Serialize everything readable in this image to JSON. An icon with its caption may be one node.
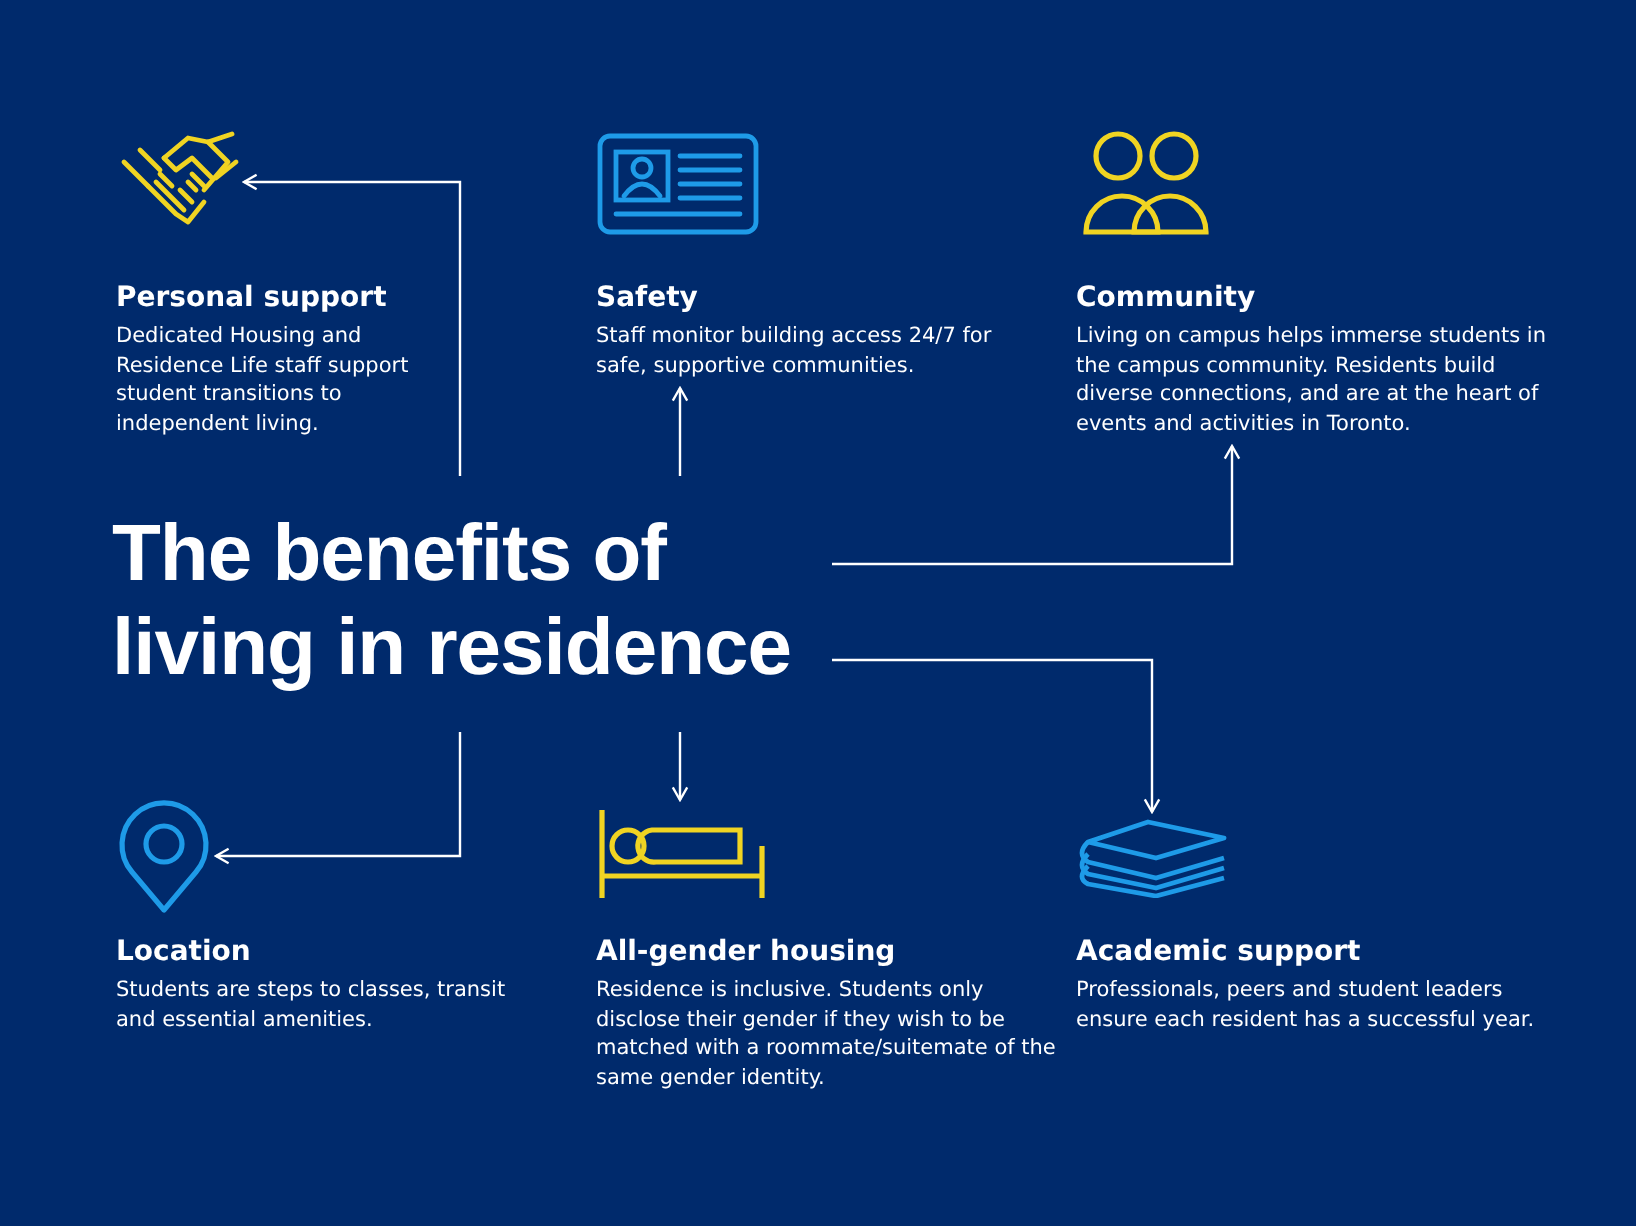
{
  "diagram": {
    "nodes": [
      {
        "text": [],
        "shape": "picture"
      },
      {
        "text": [
          "Personal support",
          "Dedicated Housing and Residence Life staff support student transitions to independent living."
        ]
      },
      {
        "text": [],
        "shape": "picture"
      },
      {
        "text": [
          "Safety",
          "Staff monitor building access 24/7 for safe, supportive communities."
        ]
      },
      {
        "text": [],
        "shape": "picture"
      },
      {
        "text": [
          "Community",
          "Living on campus helps immerse students in the campus community. Residents build diverse connections, and are at the heart of events and activities in Toronto."
        ]
      },
      {
        "text": [
          "The benefits of living in residence"
        ]
      },
      {
        "text": [],
        "shape": "picture"
      },
      {
        "text": [
          "Location",
          "Students are steps to classes, transit and essential amenities."
        ]
      },
      {
        "text": [],
        "shape": "picture"
      },
      {
        "text": [
          "All-gender housing",
          "Residence is inclusive. Students only disclose their gender if they wish to be matched with a roommate/suitemate of the same gender identity."
        ]
      },
      {
        "text": [],
        "shape": "picture"
      },
      {
        "text": [
          "Academic support",
          "Professionals, peers and student leaders ensure each resident has a successful year."
        ]
      }
    ],
    "edges": [
      {
        "from": 6,
        "to": 0,
        "arrow": "to"
      },
      {
        "from": 6,
        "to": 3,
        "arrow": "to"
      },
      {
        "from": 6,
        "to": 5,
        "arrow": "to"
      },
      {
        "from": 6,
        "to": 7,
        "arrow": "to"
      },
      {
        "from": 6,
        "to": 9,
        "arrow": "to"
      },
      {
        "from": 6,
        "to": 11,
        "arrow": "to"
      }
    ]
  }
}
